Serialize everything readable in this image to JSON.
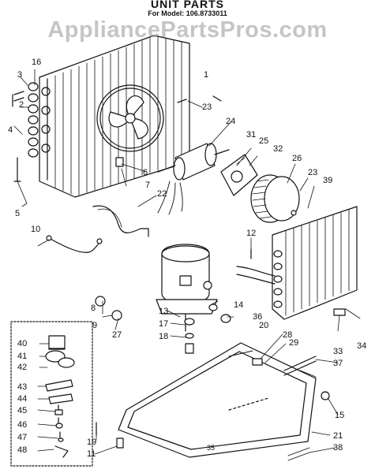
{
  "header": {
    "title": "UNIT PARTS",
    "model_line": "For Model: 106.8733011"
  },
  "watermark": "AppliancePartsPros.com",
  "callouts": [
    "1",
    "3",
    "16",
    "2",
    "4",
    "5",
    "10",
    "22",
    "6",
    "7",
    "23",
    "24",
    "31",
    "25",
    "32",
    "26",
    "39",
    "12",
    "8",
    "9",
    "27",
    "13",
    "17",
    "18",
    "14",
    "36",
    "20",
    "28",
    "29",
    "33",
    "34",
    "37",
    "40",
    "41",
    "42",
    "43",
    "44",
    "45",
    "46",
    "47",
    "48",
    "19",
    "11",
    "15",
    "21",
    "38",
    "35"
  ]
}
